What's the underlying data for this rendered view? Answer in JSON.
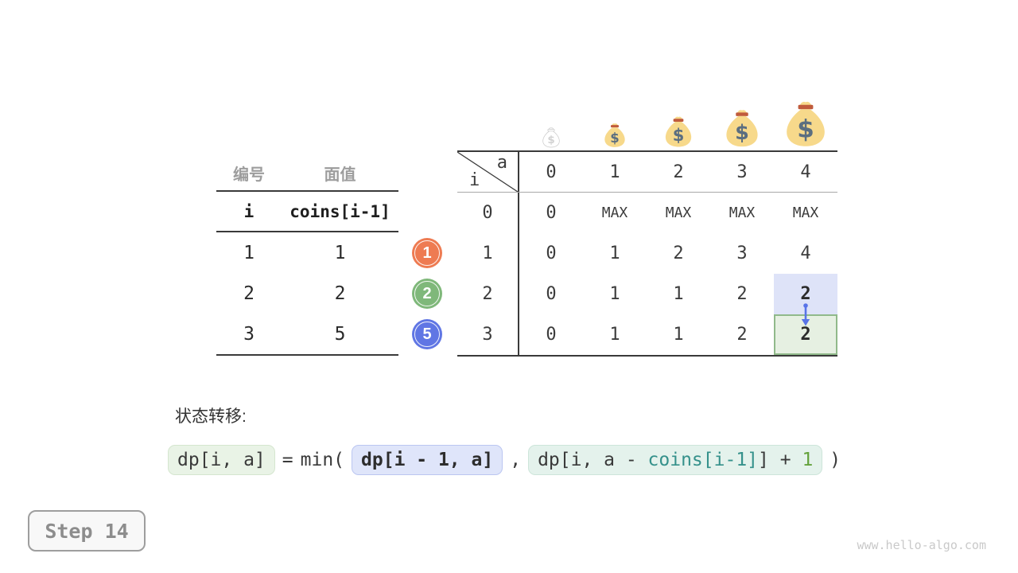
{
  "colors": {
    "coin_orange": "#ee7b52",
    "coin_green": "#7fb87a",
    "coin_blue": "#6076e4",
    "highlight_blue_bg": "#dee3f8",
    "highlight_green_bg": "#e6f0e2",
    "highlight_green_border": "#90b98a",
    "arrow_blue": "#5873e8",
    "formula_teal": "#35918b",
    "formula_green_num": "#64a23c",
    "bag_yellow": "#f7d98b",
    "bag_tie": "#c05b3c",
    "bag_dollar": "#5b6e80"
  },
  "coin_table": {
    "headers": [
      "编号",
      "面值"
    ],
    "subheaders": [
      "i",
      "coins[i-1]"
    ],
    "rows": [
      [
        "1",
        "1"
      ],
      [
        "2",
        "2"
      ],
      [
        "3",
        "5"
      ]
    ]
  },
  "coins": [
    {
      "label": "1",
      "color": "#ee7b52"
    },
    {
      "label": "2",
      "color": "#7fb87a"
    },
    {
      "label": "5",
      "color": "#6076e4"
    }
  ],
  "icons": {
    "money_bag_symbol": "$"
  },
  "dp_table": {
    "corner": {
      "col_var": "a",
      "row_var": "i"
    },
    "col_headers": [
      "0",
      "1",
      "2",
      "3",
      "4"
    ],
    "rows": [
      {
        "label": "0",
        "cells": [
          "0",
          "MAX",
          "MAX",
          "MAX",
          "MAX"
        ]
      },
      {
        "label": "1",
        "cells": [
          "0",
          "1",
          "2",
          "3",
          "4"
        ]
      },
      {
        "label": "2",
        "cells": [
          "0",
          "1",
          "1",
          "2",
          "2"
        ]
      },
      {
        "label": "3",
        "cells": [
          "0",
          "1",
          "1",
          "2",
          "2"
        ]
      }
    ],
    "highlight_source_cell": {
      "row": "2",
      "col": "4",
      "value": "2"
    },
    "highlight_target_cell": {
      "row": "3",
      "col": "4",
      "value": "2"
    }
  },
  "formula": {
    "title": "状态转移:",
    "lhs": "dp[i, a]",
    "equals": "=",
    "min_open": "min(",
    "option1": "dp[i - 1, a]",
    "comma": ",",
    "option2_parts": [
      "dp[i, a - ",
      "coins[i-1]",
      "]",
      " + ",
      "1"
    ],
    "close_paren": ")"
  },
  "step": {
    "label": "Step 14"
  },
  "watermark": "www.hello-algo.com"
}
